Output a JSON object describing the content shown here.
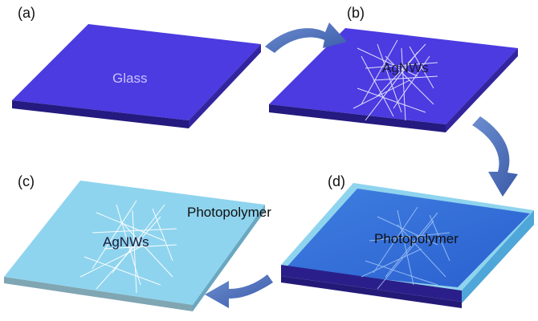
{
  "panels": [
    {
      "id": "a",
      "label": "(a)",
      "text": "Glass"
    },
    {
      "id": "b",
      "label": "(b)",
      "text": "AgNWs"
    },
    {
      "id": "c",
      "label": "(c)",
      "text": "AgNWs",
      "text2": "Photopolymer"
    },
    {
      "id": "d",
      "label": "(d)",
      "text": "Photopolymer"
    }
  ],
  "colors": {
    "glass_top": "#4a3ae0",
    "glass_front": "#251a80",
    "glass_side": "#3324a8",
    "photopolymer_light": "#8fd3ec",
    "photopolymer_dark": "#2f6fd6",
    "arrow": "#4a6fb8",
    "nanowire": "#ffffff"
  },
  "icons": [
    "curved-arrow-icon",
    "curved-arrow-icon",
    "curved-arrow-icon"
  ]
}
